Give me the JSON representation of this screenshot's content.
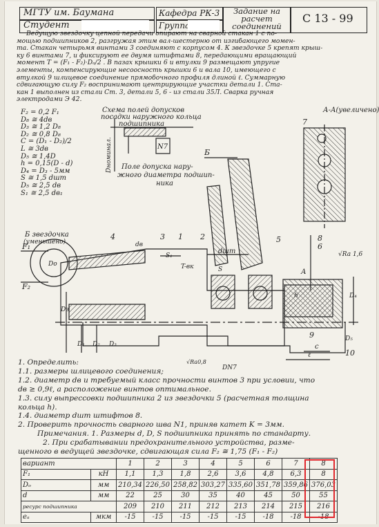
{
  "header": {
    "university": "МГТУ им. Баумана",
    "department": "Кафедра РК-3",
    "task_title": "Задание на расчет соединений",
    "code": "С 13 - 99",
    "student_label": "Студент",
    "group_label": "Группа"
  },
  "intro_lines": [
    "Ведущую звездочку цепной передачи опирают на сварной стакан 1 с по-",
    "мощью подшипников 2, разгружая этим вал-шестерню от изгибающего момен-",
    "та. Стакан четырьмя винтами 3 соединяют с корпусом 4. К звездочке 5 крепят крыш-",
    "ку 6 винтами 7, и фиксируют ее двумя штифтами 8, передающими вращающий",
    "момент  T = (F₁ - F₂)·Dₒ/2 . В пазах крышки 6 и втулки 9 размещают упругие",
    "элементы, компенсирующие несоосность крышки 6 и вала 10, имеющего с",
    "втулкой 9 шлицевое соединение прямобочного профиля длиной ℓ. Суммарную",
    "сдвигающую силу F₂ воспринимают центрирующие участки детали 1. Ста-",
    "кан 1 выполнен из стали Ст. 3, детали 5,  6 - из стали 35Л. Сварка ручная",
    "электродами Э 42."
  ],
  "formulas": [
    "F₂ = 0,2 F₁",
    "D₈ ≅ 4dв",
    "D₃ ≅ 1,2 D₈",
    "D₂ ≅ 0,8 D₈",
    "C = (D₁ - D₂)/2",
    "L ≅ 3dв",
    "D₅ ≅ 1,4D",
    "h = 0,15(D - d)",
    "D₄ = D₃ - 5мм",
    "S ≅ 1,5 dшт",
    "D₅ ≅ 2,5 dв",
    "S₁ ≅ 2,5 dв₁"
  ],
  "drawing_labels": {
    "scheme_title_1": "Схема полей допусков",
    "scheme_title_2": "посадки наружного кольца",
    "scheme_title_3": "подшипника",
    "n7": "N7",
    "nominal_d": "Dноминал.",
    "tolerance_1": "Поле допуска нару-",
    "tolerance_2": "жного диаметра подшип-",
    "tolerance_3": "ника",
    "view_a": "А-А(увеличено)",
    "star_view_1": "Б звездочка",
    "star_view_2": "(уменьшено)",
    "label_b": "Б",
    "label_a": "А",
    "ra16": "√Ra 1,6",
    "ra": "√Ra0,8",
    "tvk": "T-вк",
    "f1": "F₁",
    "f2": "F₂",
    "d_sh": "dшт",
    "dz": "Dз",
    "dn": "DN7",
    "d1": "D₁",
    "d2": "D₂",
    "d3": "D₃",
    "d4": "D₄",
    "d5": "D₅",
    "do": "Dо",
    "dv": "dв",
    "s": "S",
    "s1": "S₁",
    "c": "c",
    "l": "ℓ",
    "h": "h",
    "nums": [
      "1",
      "2",
      "3",
      "4",
      "5",
      "6",
      "7",
      "8",
      "9",
      "10"
    ]
  },
  "tasks_lines": [
    "1. Определить:",
    "1.1. размеры шлицевого соединения;",
    "1.2. диаметр dв и требуемый класс прочности винтов 3 при условии, что",
    "dв ≥ 0,9ℓ, а расположение винтов оптимальное.",
    "1.3. силу выпрессовки подшипника 2 из звездочки 5 (расчетная толщина",
    "                                                                   кольца h).",
    "1.4. диаметр dшт штифтов 8.",
    "2. Проверить прочность сварного шва N1, приняв катет K = 3мм.",
    "Примечания. 1. Размеры d, D, S подшипника принять по стандарту.",
    "2. При срабатывании предохранительного устройства, разме-",
    "щенного в ведущей звездочке, сдвигающая сила  F₂ ≅ 1,75 (F₁ - F₂)"
  ],
  "variant_table": {
    "header_label": "вариант",
    "variants": [
      "1",
      "2",
      "3",
      "4",
      "5",
      "6",
      "7",
      "8"
    ],
    "rows": [
      {
        "label": "F₁",
        "unit": "кН",
        "values": [
          "1,1",
          "1,3",
          "1,8",
          "2,6",
          "3,6",
          "4,8",
          "6,3",
          "8"
        ]
      },
      {
        "label": "Dₒ",
        "unit": "мм",
        "values": [
          "210,34",
          "226,50",
          "258,82",
          "303,27",
          "335,60",
          "351,78",
          "359,86",
          "376,03"
        ]
      },
      {
        "label": "d",
        "unit": "мм",
        "values": [
          "22",
          "25",
          "30",
          "35",
          "40",
          "45",
          "50",
          "55"
        ]
      },
      {
        "label": "ресурс подшипника",
        "unit": "",
        "values": [
          "209",
          "210",
          "211",
          "212",
          "213",
          "214",
          "215",
          "216"
        ]
      },
      {
        "label": "eₐ",
        "unit": "мкм",
        "values": [
          "-15",
          "-15",
          "-15",
          "-15",
          "-15",
          "-18",
          "-18",
          "-18"
        ]
      }
    ]
  },
  "colors": {
    "highlight": "#e0262c",
    "ink": "#1f1f1f",
    "paper": "#f3f1ea"
  }
}
